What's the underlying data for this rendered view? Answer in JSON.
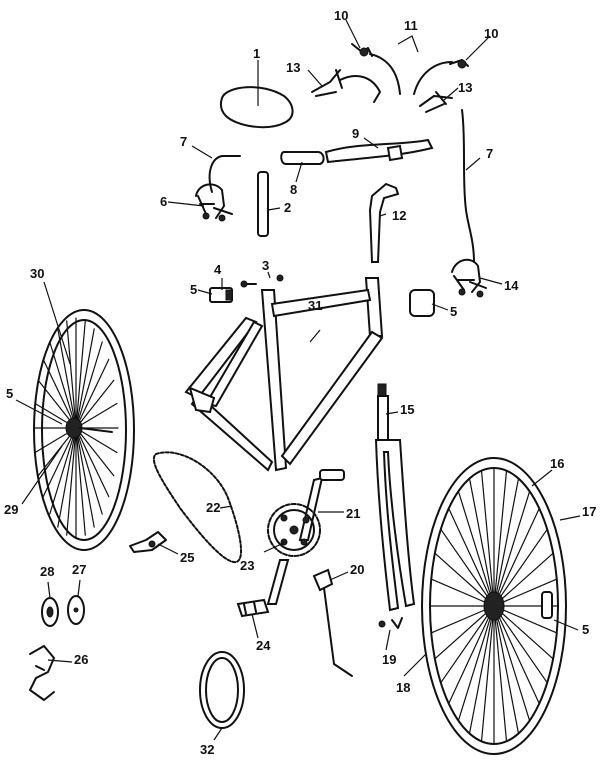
{
  "callouts": [
    {
      "id": "c1",
      "text": "1"
    },
    {
      "id": "c2",
      "text": "2"
    },
    {
      "id": "c3",
      "text": "3"
    },
    {
      "id": "c4",
      "text": "4"
    },
    {
      "id": "c5a",
      "text": "5"
    },
    {
      "id": "c5b",
      "text": "5"
    },
    {
      "id": "c5c",
      "text": "5"
    },
    {
      "id": "c5d",
      "text": "5"
    },
    {
      "id": "c6",
      "text": "6"
    },
    {
      "id": "c7a",
      "text": "7"
    },
    {
      "id": "c7b",
      "text": "7"
    },
    {
      "id": "c8",
      "text": "8"
    },
    {
      "id": "c9",
      "text": "9"
    },
    {
      "id": "c10a",
      "text": "10"
    },
    {
      "id": "c10b",
      "text": "10"
    },
    {
      "id": "c11",
      "text": "11"
    },
    {
      "id": "c12",
      "text": "12"
    },
    {
      "id": "c13a",
      "text": "13"
    },
    {
      "id": "c13b",
      "text": "13"
    },
    {
      "id": "c14",
      "text": "14"
    },
    {
      "id": "c15",
      "text": "15"
    },
    {
      "id": "c16",
      "text": "16"
    },
    {
      "id": "c17",
      "text": "17"
    },
    {
      "id": "c18",
      "text": "18"
    },
    {
      "id": "c19",
      "text": "19"
    },
    {
      "id": "c20",
      "text": "20"
    },
    {
      "id": "c21",
      "text": "21"
    },
    {
      "id": "c22",
      "text": "22"
    },
    {
      "id": "c23",
      "text": "23"
    },
    {
      "id": "c24",
      "text": "24"
    },
    {
      "id": "c25",
      "text": "25"
    },
    {
      "id": "c26",
      "text": "26"
    },
    {
      "id": "c27",
      "text": "27"
    },
    {
      "id": "c28",
      "text": "28"
    },
    {
      "id": "c29",
      "text": "29"
    },
    {
      "id": "c30",
      "text": "30"
    },
    {
      "id": "c31",
      "text": "31"
    },
    {
      "id": "c32",
      "text": "32"
    }
  ]
}
